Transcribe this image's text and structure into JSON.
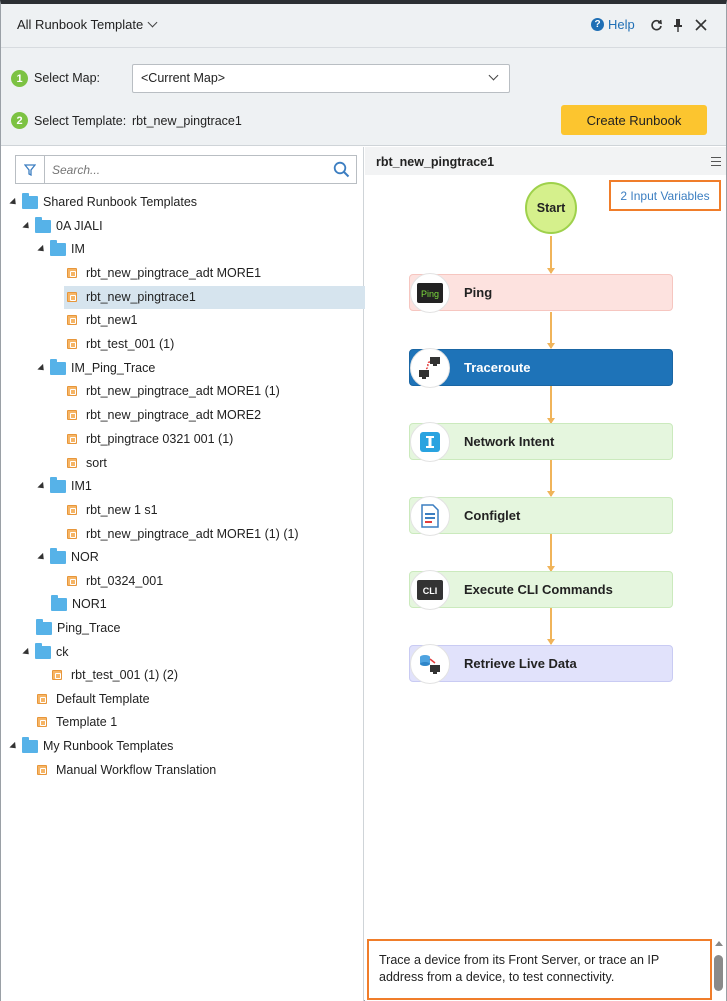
{
  "header": {
    "title": "All Runbook Template",
    "help_label": "Help",
    "icons": [
      "refresh-icon",
      "pin-icon",
      "close-icon"
    ]
  },
  "selection": {
    "step1_number": "1",
    "map_label": "Select Map:",
    "map_value": "<Current Map>",
    "step2_number": "2",
    "template_label": "Select Template:",
    "template_value": "rbt_new_pingtrace1",
    "create_button": "Create Runbook"
  },
  "search": {
    "placeholder": "Search..."
  },
  "tree": [
    {
      "label": "Shared Runbook Templates",
      "type": "folder"
    },
    {
      "label": "0A JIALI",
      "type": "folder"
    },
    {
      "label": "IM",
      "type": "folder"
    },
    {
      "label": "rbt_new_pingtrace_adt MORE1",
      "type": "template"
    },
    {
      "label": "rbt_new_pingtrace1",
      "type": "template",
      "selected": true
    },
    {
      "label": "rbt_new1",
      "type": "template"
    },
    {
      "label": "rbt_test_001 (1)",
      "type": "template"
    },
    {
      "label": "IM_Ping_Trace",
      "type": "folder"
    },
    {
      "label": "rbt_new_pingtrace_adt MORE1 (1)",
      "type": "template"
    },
    {
      "label": "rbt_new_pingtrace_adt MORE2",
      "type": "template"
    },
    {
      "label": "rbt_pingtrace 0321 001 (1)",
      "type": "template"
    },
    {
      "label": "sort",
      "type": "template"
    },
    {
      "label": "IM1",
      "type": "folder"
    },
    {
      "label": "rbt_new 1 s1",
      "type": "template"
    },
    {
      "label": "rbt_new_pingtrace_adt MORE1 (1) (1)",
      "type": "template"
    },
    {
      "label": "NOR",
      "type": "folder"
    },
    {
      "label": "rbt_0324_001",
      "type": "template"
    },
    {
      "label": "NOR1",
      "type": "folder"
    },
    {
      "label": "Ping_Trace",
      "type": "folder"
    },
    {
      "label": "ck",
      "type": "folder"
    },
    {
      "label": "rbt_test_001 (1) (2)",
      "type": "template"
    },
    {
      "label": "Default Template",
      "type": "template"
    },
    {
      "label": "Template 1",
      "type": "template"
    },
    {
      "label": "My Runbook Templates",
      "type": "folder"
    },
    {
      "label": "Manual Workflow Translation",
      "type": "template"
    }
  ],
  "flow": {
    "title": "rbt_new_pingtrace1",
    "input_variables": "2 Input Variables",
    "start_label": "Start",
    "nodes": [
      {
        "label": "Ping",
        "icon": "ping-icon",
        "bg": "#fde2df",
        "border": "#f6c6c0"
      },
      {
        "label": "Traceroute",
        "icon": "traceroute-icon",
        "bg": "#1e73b8",
        "border": "#1a66a4"
      },
      {
        "label": "Network Intent",
        "icon": "network-intent-icon",
        "bg": "#e5f6de",
        "border": "#cbeabd"
      },
      {
        "label": "Configlet",
        "icon": "configlet-icon",
        "bg": "#e5f6de",
        "border": "#cbeabd"
      },
      {
        "label": "Execute CLI Commands",
        "icon": "cli-icon",
        "bg": "#e5f6de",
        "border": "#cbeabd"
      },
      {
        "label": "Retrieve Live Data",
        "icon": "live-data-icon",
        "bg": "#e1e2fb",
        "border": "#c9cbf3"
      }
    ],
    "description": "Trace a device from its Front Server, or trace an IP address from a device, to test connectivity."
  },
  "colors": {
    "accent": "#fcc52f",
    "highlight_border": "#f07d2a",
    "link": "#3c7ec1",
    "step_badge": "#7cc242"
  }
}
